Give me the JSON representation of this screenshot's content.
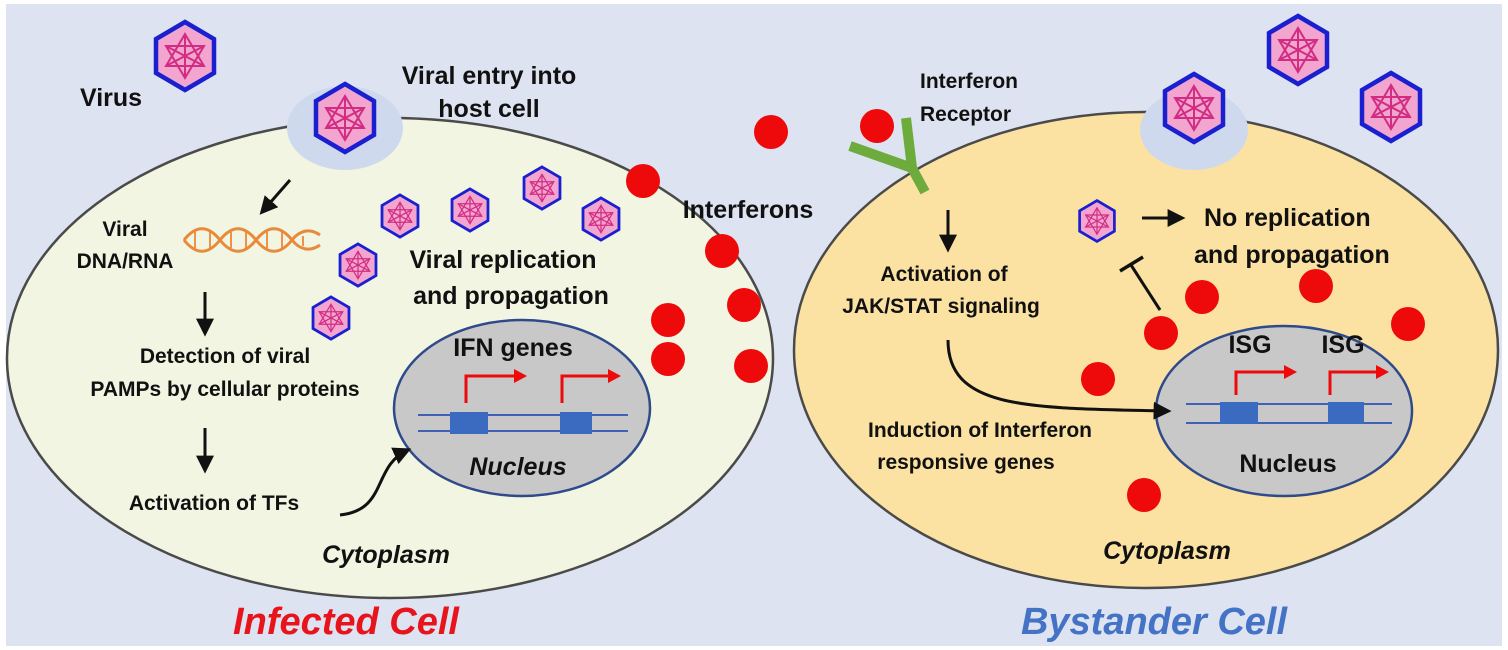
{
  "colors": {
    "background": "#dde3f0",
    "infected_cell": "#f1f5e1",
    "bystander_cell": "#fbe2a2",
    "nucleus": "#c8c8c8",
    "virus_fill": "#f2a6cf",
    "virus_stroke": "#1a1fcf",
    "interferon": "#ee0a0a",
    "receptor": "#6dab3c",
    "dna": "#e9893a",
    "gene_arrow": "#ee0a0a",
    "infected_title": "#e8141c",
    "bystander_title": "#4472c4"
  },
  "icons": {
    "virus": "icosahedral-virus-icon",
    "interferon": "interferon-dot-icon",
    "receptor": "y-shaped-receptor-icon",
    "dna": "double-helix-icon",
    "gene": "transcription-arrow-icon"
  },
  "labels": {
    "virus": "Virus",
    "viral_entry": [
      "Viral entry into",
      "host cell"
    ],
    "viral_dna_rna": [
      "Viral",
      "DNA/RNA"
    ],
    "detection": [
      "Detection of viral",
      "PAMPs by cellular proteins"
    ],
    "activation_tfs": "Activation of TFs",
    "viral_replication": [
      "Viral replication",
      "and propagation"
    ],
    "ifn_genes": "IFN genes",
    "nucleus_infected": "Nucleus",
    "cytoplasm_infected": "Cytoplasm",
    "infected_title": "Infected Cell",
    "interferons": "Interferons",
    "interferon_receptor": [
      "Interferon",
      "Receptor"
    ],
    "activation_jak": [
      "Activation of",
      "JAK/STAT signaling"
    ],
    "no_replication": [
      "No replication",
      "and propagation"
    ],
    "isg_1": "ISG",
    "isg_2": "ISG",
    "induction": [
      "Induction of Interferon",
      "responsive genes"
    ],
    "nucleus_bystander": "Nucleus",
    "cytoplasm_bystander": "Cytoplasm",
    "bystander_title": "Bystander Cell"
  }
}
